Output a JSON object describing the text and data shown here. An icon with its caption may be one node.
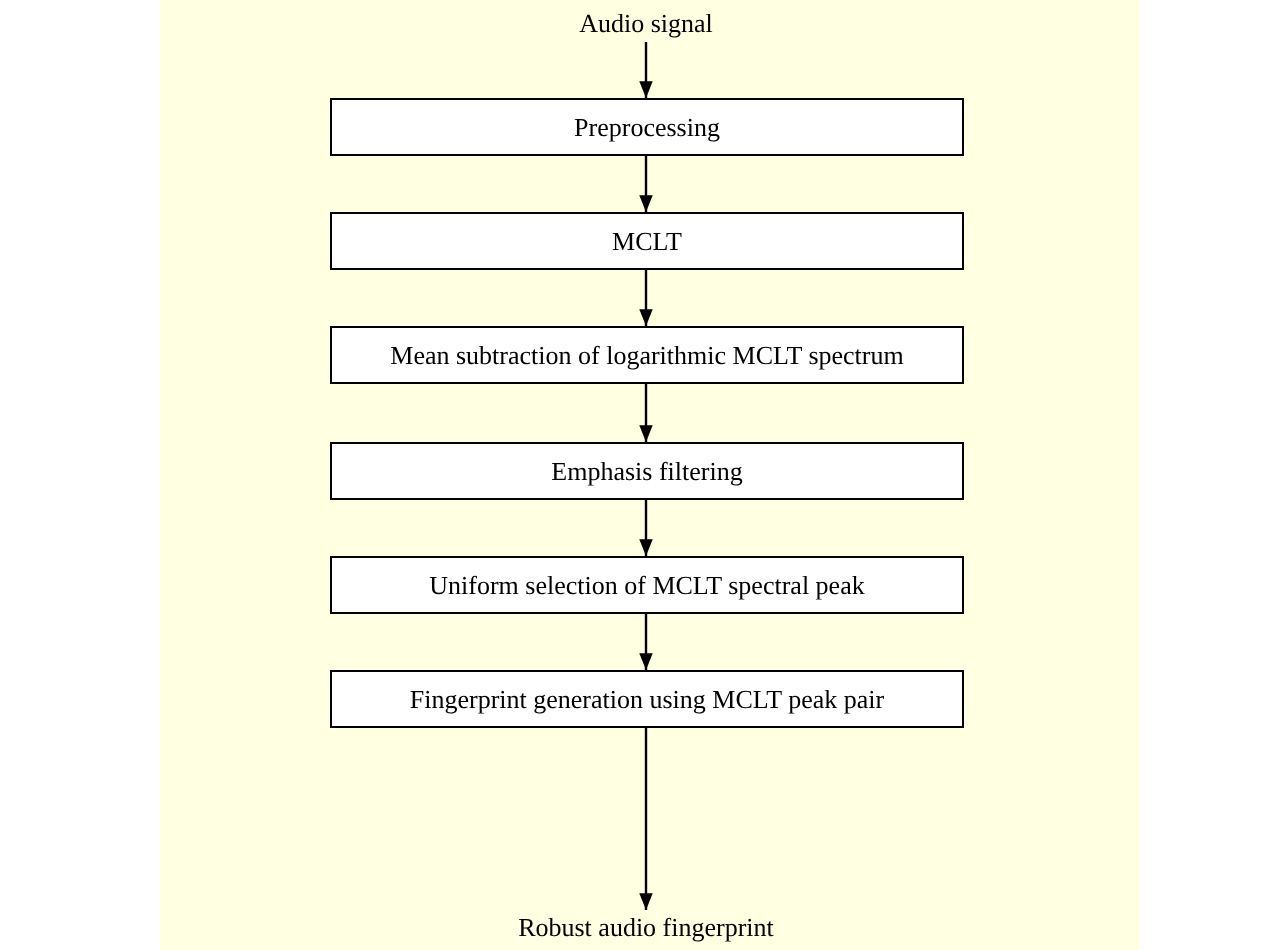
{
  "diagram": {
    "nodes": [
      {
        "text": [
          "Audio signal"
        ]
      },
      {
        "text": [
          "Preprocessing"
        ]
      },
      {
        "text": [
          "MCLT"
        ]
      },
      {
        "text": [
          "Mean subtraction of logarithmic MCLT spectrum"
        ]
      },
      {
        "text": [
          "Emphasis filtering"
        ]
      },
      {
        "text": [
          "Uniform selection of MCLT spectral peak"
        ]
      },
      {
        "text": [
          "Fingerprint generation using MCLT peak pair"
        ]
      },
      {
        "text": [
          "Robust audio fingerprint"
        ]
      }
    ],
    "edges": [
      {
        "from": 0,
        "to": 1,
        "arrow": "to"
      },
      {
        "from": 1,
        "to": 2,
        "arrow": "to"
      },
      {
        "from": 2,
        "to": 3,
        "arrow": "to"
      },
      {
        "from": 3,
        "to": 4,
        "arrow": "to"
      },
      {
        "from": 4,
        "to": 5,
        "arrow": "to"
      },
      {
        "from": 5,
        "to": 6,
        "arrow": "to"
      },
      {
        "from": 6,
        "to": 7,
        "arrow": "to"
      }
    ]
  }
}
